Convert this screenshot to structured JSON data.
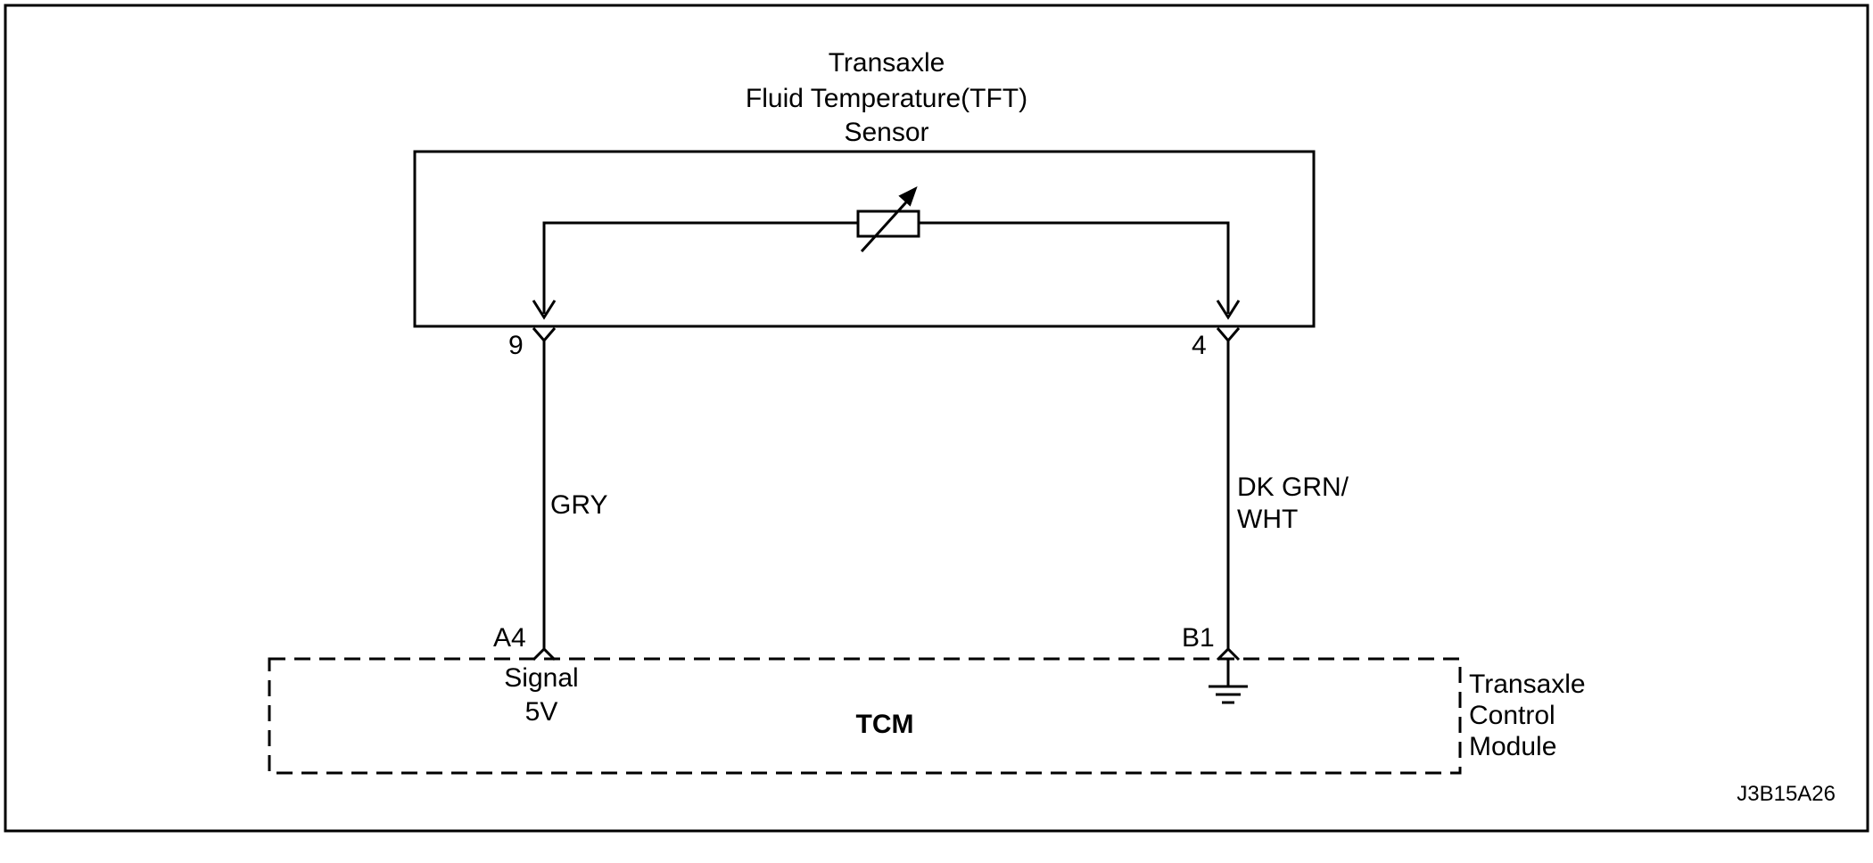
{
  "sensor": {
    "title_line1": "Transaxle",
    "title_line2": "Fluid Temperature(TFT)",
    "title_line3": "Sensor"
  },
  "pins": {
    "sensor_left": "9",
    "sensor_right": "4",
    "tcm_left": "A4",
    "tcm_right": "B1"
  },
  "wires": {
    "left_color": "GRY",
    "right_color_line1": "DK GRN/",
    "right_color_line2": "WHT"
  },
  "tcm": {
    "box_label": "TCM",
    "signal_line1": "Signal",
    "signal_line2": "5V",
    "name_line1": "Transaxle",
    "name_line2": "Control",
    "name_line3": "Module"
  },
  "figure_code": "J3B15A26",
  "icons": {
    "thermistor": "variable-resistor-icon",
    "ground": "ground-icon",
    "connector": "connector-terminal-icon"
  }
}
